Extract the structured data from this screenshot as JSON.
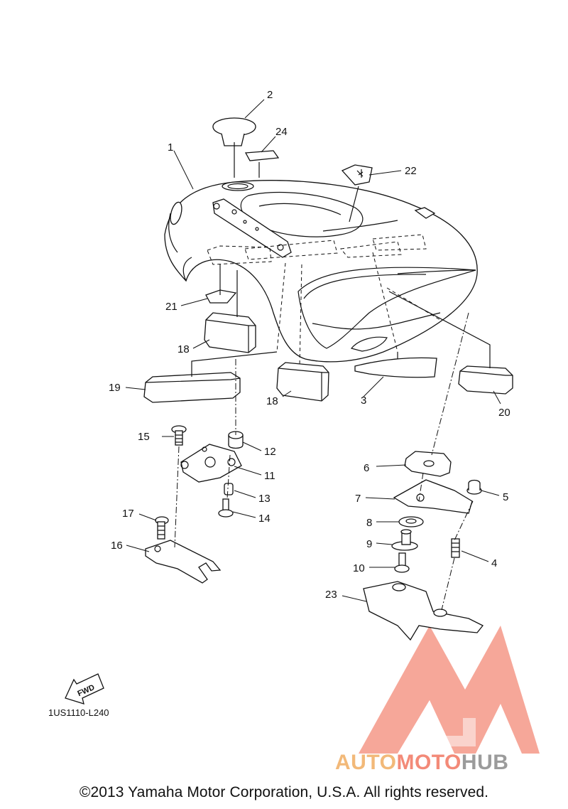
{
  "diagram": {
    "callouts": [
      {
        "id": "c1",
        "label": "1"
      },
      {
        "id": "c2",
        "label": "2"
      },
      {
        "id": "c3",
        "label": "3"
      },
      {
        "id": "c4",
        "label": "4"
      },
      {
        "id": "c5",
        "label": "5"
      },
      {
        "id": "c6",
        "label": "6"
      },
      {
        "id": "c7",
        "label": "7"
      },
      {
        "id": "c8",
        "label": "8"
      },
      {
        "id": "c9",
        "label": "9"
      },
      {
        "id": "c10",
        "label": "10"
      },
      {
        "id": "c11",
        "label": "11"
      },
      {
        "id": "c12",
        "label": "12"
      },
      {
        "id": "c13",
        "label": "13"
      },
      {
        "id": "c14",
        "label": "14"
      },
      {
        "id": "c15",
        "label": "15"
      },
      {
        "id": "c16",
        "label": "16"
      },
      {
        "id": "c17",
        "label": "17"
      },
      {
        "id": "c18a",
        "label": "18"
      },
      {
        "id": "c18b",
        "label": "18"
      },
      {
        "id": "c19",
        "label": "19"
      },
      {
        "id": "c20",
        "label": "20"
      },
      {
        "id": "c21",
        "label": "21"
      },
      {
        "id": "c22",
        "label": "22"
      },
      {
        "id": "c23",
        "label": "23"
      },
      {
        "id": "c24",
        "label": "24"
      }
    ],
    "direction_arrow": "FWD",
    "diagram_code": "1US1110-L240",
    "copyright": "©2013 Yamaha Motor Corporation, U.S.A. All rights reserved."
  },
  "watermark": {
    "parts": [
      "AUTO",
      "MOTO",
      "HUB"
    ],
    "colors": {
      "auto": "#f2b979",
      "moto": "#f38a78",
      "hub": "#9b9b9b",
      "logo": "#f38a78"
    }
  }
}
